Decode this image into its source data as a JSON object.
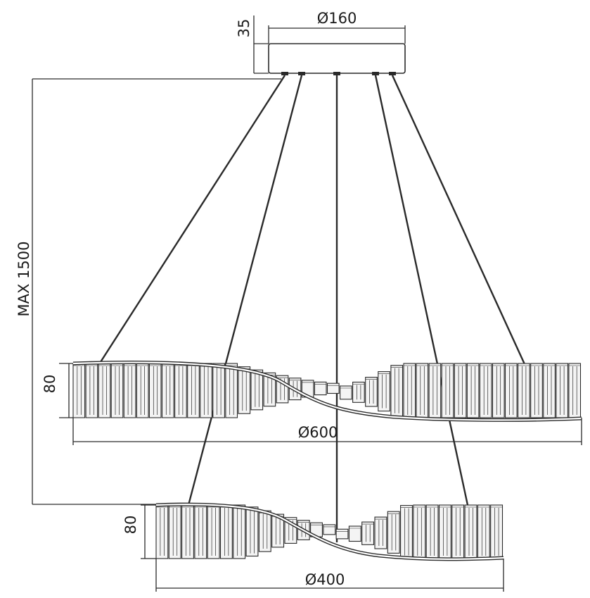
{
  "dimensions": {
    "canopy_height": "35",
    "canopy_diameter": "Ø160",
    "max_drop": "MAX 1500",
    "upper_ring_height": "80",
    "upper_ring_diameter": "Ø600",
    "lower_ring_height": "80",
    "lower_ring_diameter": "Ø400"
  },
  "colors": {
    "line": "#2a2a2a",
    "crystal_fill": "#f4f4f4"
  }
}
